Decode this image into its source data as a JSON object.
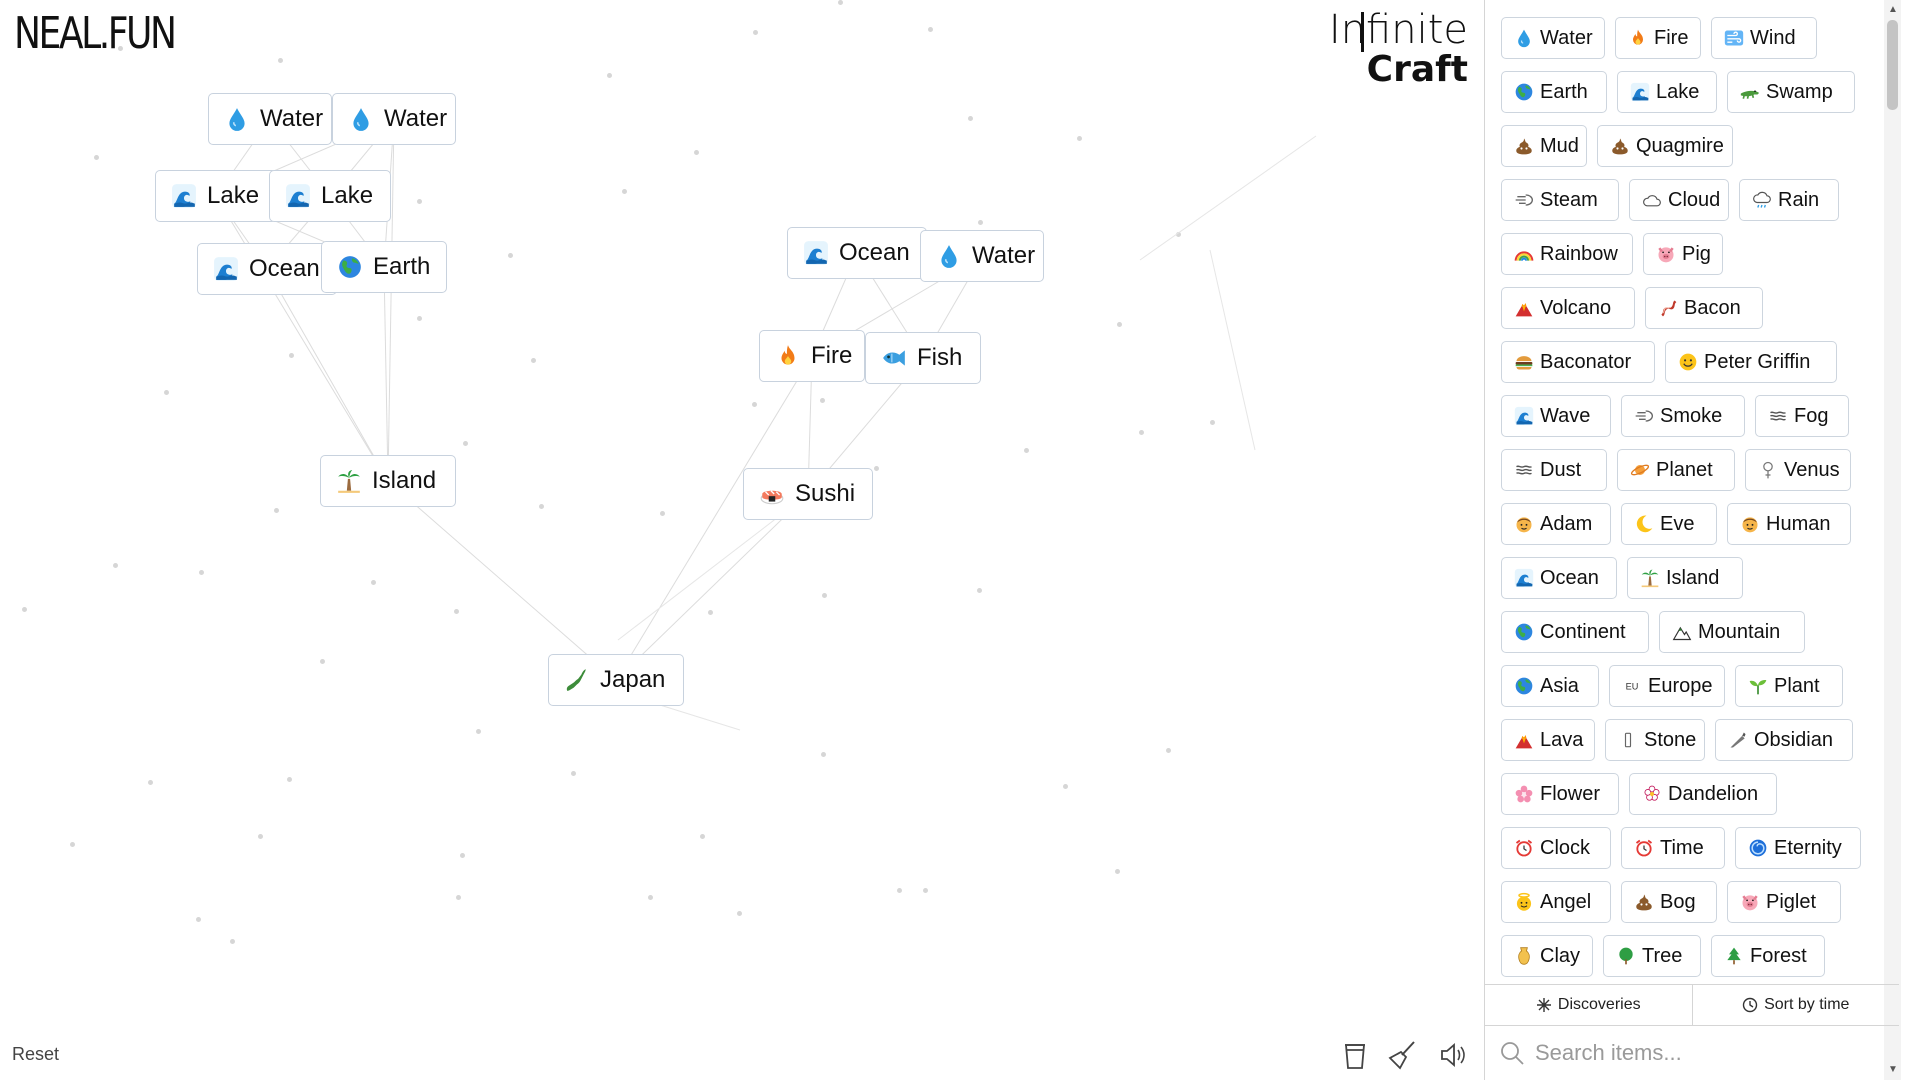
{
  "logo": "NEAL.FUN",
  "title": {
    "line1": "Infinite",
    "line2": "Craft"
  },
  "colors": {
    "line": "#dcdcdc",
    "border": "#c8d2de",
    "dot": "#d6d6d6"
  },
  "canvas_items": [
    {
      "id": "water-1",
      "label": "Water",
      "icon": "droplet-icon"
    },
    {
      "id": "water-2",
      "label": "Water",
      "icon": "droplet-icon"
    },
    {
      "id": "lake-1",
      "label": "Lake",
      "icon": "wave-icon"
    },
    {
      "id": "lake-2",
      "label": "Lake",
      "icon": "wave-icon"
    },
    {
      "id": "ocean-1",
      "label": "Ocean",
      "icon": "wave-icon"
    },
    {
      "id": "earth-1",
      "label": "Earth",
      "icon": "globe-icon"
    },
    {
      "id": "island-1",
      "label": "Island",
      "icon": "palm-tree-icon"
    },
    {
      "id": "ocean-2",
      "label": "Ocean",
      "icon": "wave-icon"
    },
    {
      "id": "water-3",
      "label": "Water",
      "icon": "droplet-icon"
    },
    {
      "id": "fire-1",
      "label": "Fire",
      "icon": "fire-icon"
    },
    {
      "id": "fish-1",
      "label": "Fish",
      "icon": "fish-icon"
    },
    {
      "id": "sushi-1",
      "label": "Sushi",
      "icon": "sushi-icon"
    },
    {
      "id": "japan-1",
      "label": "Japan",
      "icon": "japan-map-icon"
    }
  ],
  "sidebar_items": [
    {
      "label": "Water",
      "icon": "droplet-icon"
    },
    {
      "label": "Fire",
      "icon": "fire-icon"
    },
    {
      "label": "Wind",
      "icon": "wind-icon"
    },
    {
      "label": "Earth",
      "icon": "globe-icon"
    },
    {
      "label": "Lake",
      "icon": "wave-icon"
    },
    {
      "label": "Swamp",
      "icon": "crocodile-icon"
    },
    {
      "label": "Mud",
      "icon": "poop-icon"
    },
    {
      "label": "Quagmire",
      "icon": "poop-icon"
    },
    {
      "label": "Steam",
      "icon": "dash-icon"
    },
    {
      "label": "Cloud",
      "icon": "cloud-icon"
    },
    {
      "label": "Rain",
      "icon": "rain-cloud-icon"
    },
    {
      "label": "Rainbow",
      "icon": "rainbow-icon"
    },
    {
      "label": "Pig",
      "icon": "pig-icon"
    },
    {
      "label": "Volcano",
      "icon": "volcano-icon"
    },
    {
      "label": "Bacon",
      "icon": "bacon-icon"
    },
    {
      "label": "Baconator",
      "icon": "burger-icon"
    },
    {
      "label": "Peter Griffin",
      "icon": "smiley-icon"
    },
    {
      "label": "Wave",
      "icon": "wave-icon"
    },
    {
      "label": "Smoke",
      "icon": "dash-icon"
    },
    {
      "label": "Fog",
      "icon": "fog-icon"
    },
    {
      "label": "Dust",
      "icon": "fog-icon"
    },
    {
      "label": "Planet",
      "icon": "planet-icon"
    },
    {
      "label": "Venus",
      "icon": "venus-icon"
    },
    {
      "label": "Adam",
      "icon": "man-face-icon"
    },
    {
      "label": "Eve",
      "icon": "moon-icon"
    },
    {
      "label": "Human",
      "icon": "man-face-icon"
    },
    {
      "label": "Ocean",
      "icon": "wave-icon"
    },
    {
      "label": "Island",
      "icon": "palm-tree-icon"
    },
    {
      "label": "Continent",
      "icon": "globe-icon"
    },
    {
      "label": "Mountain",
      "icon": "mountain-icon"
    },
    {
      "label": "Asia",
      "icon": "globe-icon"
    },
    {
      "label": "Europe",
      "icon": "eu-icon"
    },
    {
      "label": "Plant",
      "icon": "seedling-icon"
    },
    {
      "label": "Lava",
      "icon": "volcano-icon"
    },
    {
      "label": "Stone",
      "icon": "stone-icon"
    },
    {
      "label": "Obsidian",
      "icon": "knife-icon"
    },
    {
      "label": "Flower",
      "icon": "blossom-icon"
    },
    {
      "label": "Dandelion",
      "icon": "flower-icon"
    },
    {
      "label": "Clock",
      "icon": "alarm-clock-icon"
    },
    {
      "label": "Time",
      "icon": "alarm-clock-icon"
    },
    {
      "label": "Eternity",
      "icon": "swirl-icon"
    },
    {
      "label": "Angel",
      "icon": "angel-icon"
    },
    {
      "label": "Bog",
      "icon": "poop-icon"
    },
    {
      "label": "Piglet",
      "icon": "pig-icon"
    },
    {
      "label": "Clay",
      "icon": "vase-icon"
    },
    {
      "label": "Tree",
      "icon": "tree-icon"
    },
    {
      "label": "Forest",
      "icon": "evergreen-icon"
    }
  ],
  "reset_label": "Reset",
  "tabs": {
    "discoveries": "Discoveries",
    "sort": "Sort by time"
  },
  "search": {
    "placeholder": "Search items..."
  }
}
